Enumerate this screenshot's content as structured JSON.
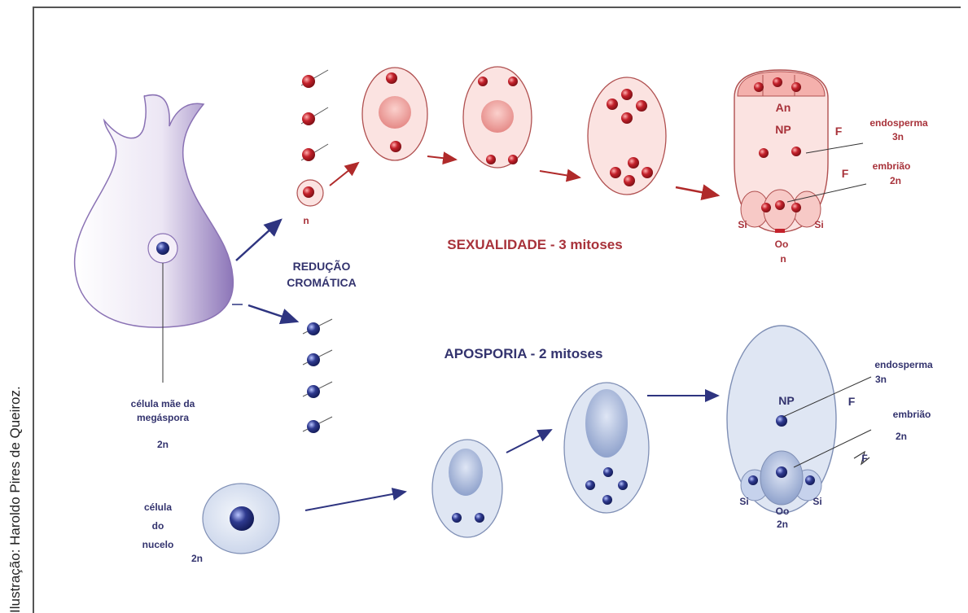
{
  "credit": "Ilustração: Haroldo Pires de Queiroz.",
  "mother_cell": {
    "label_line1": "célula mãe da",
    "label_line2": "megáspora",
    "ploidy": "2n"
  },
  "reduction": {
    "line1": "REDUÇÃO",
    "line2": "CROMÁTICA"
  },
  "haploid_label": "n",
  "sexual": {
    "title": "SEXUALIDADE - 3 mitoses",
    "an": "An",
    "np": "NP",
    "f1": "F",
    "f2": "F",
    "endosperm_line1": "endosperma",
    "endosperm_line2": "3n",
    "embryo_line1": "embrião",
    "embryo_line2": "2n",
    "si_left": "Si",
    "si_right": "Si",
    "oo": "Oo",
    "oo_ploidy": "n"
  },
  "apospory": {
    "title": "APOSPORIA - 2 mitoses",
    "np": "NP",
    "f1": "F",
    "f2": "F",
    "endosperm_line1": "endosperma",
    "endosperm_line2": "3n",
    "embryo_line1": "embrião",
    "embryo_line2": "2n",
    "si_left": "Si",
    "si_right": "Si",
    "oo": "Oo",
    "oo_ploidy": "2n"
  },
  "nucellus": {
    "line1": "célula",
    "line2": "do",
    "line3": "nucelo",
    "ploidy": "2n"
  },
  "colors": {
    "red_text": "#a8323a",
    "blue_text": "#33336e",
    "red_fill": "#fbe3e1",
    "blue_fill": "#dfe6f3",
    "red_dot": "#c4212b",
    "blue_dot": "#2f3a8f",
    "purple": "#8a72b4"
  }
}
